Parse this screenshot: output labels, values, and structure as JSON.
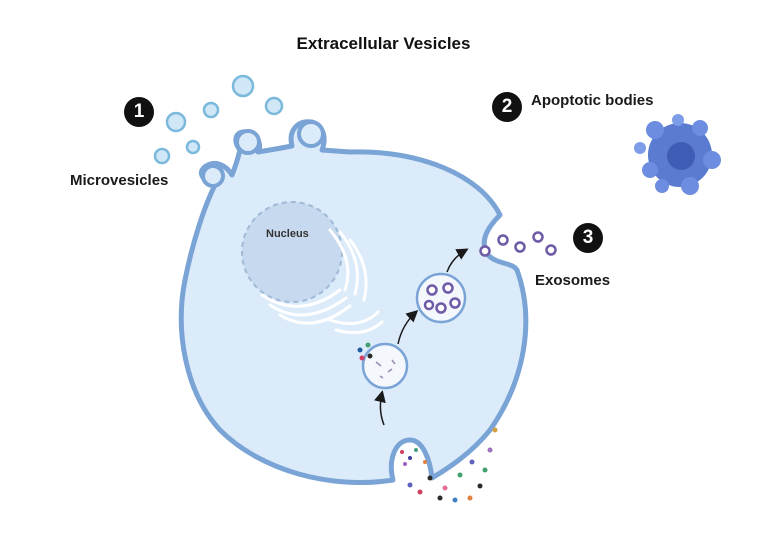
{
  "title": "Extracellular Vesicles",
  "items": [
    {
      "number": "1",
      "label": "Microvesicles"
    },
    {
      "number": "2",
      "label": "Apoptotic bodies"
    },
    {
      "number": "3",
      "label": "Exosomes"
    }
  ],
  "nucleus_label": "Nucleus",
  "colors": {
    "membrane": "#7aa3d6",
    "cytoplasm": "#dcebfa",
    "nucleus": "#c7d9ee",
    "vesicle": "#cfe7f7",
    "exosome_ring": "#6f5aa8",
    "apoptotic": "#5a7bd0",
    "badge": "#111111"
  }
}
